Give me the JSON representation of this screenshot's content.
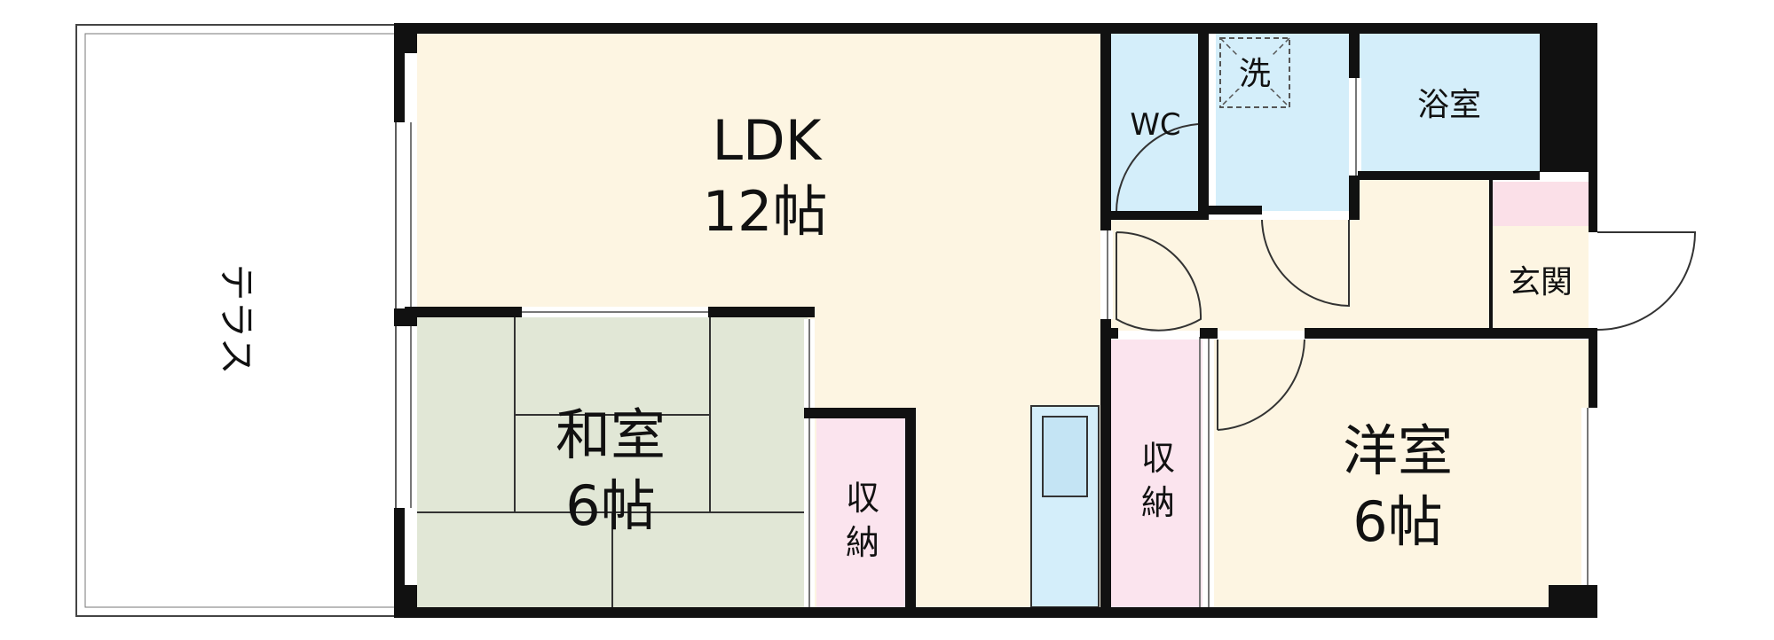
{
  "rooms": {
    "ldk": {
      "name": "LDK",
      "size": "12帖"
    },
    "washitsu": {
      "name": "和室",
      "size": "6帖"
    },
    "yoshitsu": {
      "name": "洋室",
      "size": "6帖"
    },
    "storage_washitsu": {
      "line1": "収",
      "line2": "納"
    },
    "storage_yoshitsu": {
      "line1": "収",
      "line2": "納"
    },
    "wc": "WC",
    "laundry": "洗",
    "bath": "浴室",
    "entrance": "玄関",
    "terrace": "テラス"
  },
  "colors": {
    "ldk": "#fdf5e2",
    "washitsu": "#e1e7d6",
    "storage": "#fbe4ee",
    "water": "#d4eefa",
    "entrance_floor": "#fbe0e8",
    "wall": "#111111"
  }
}
